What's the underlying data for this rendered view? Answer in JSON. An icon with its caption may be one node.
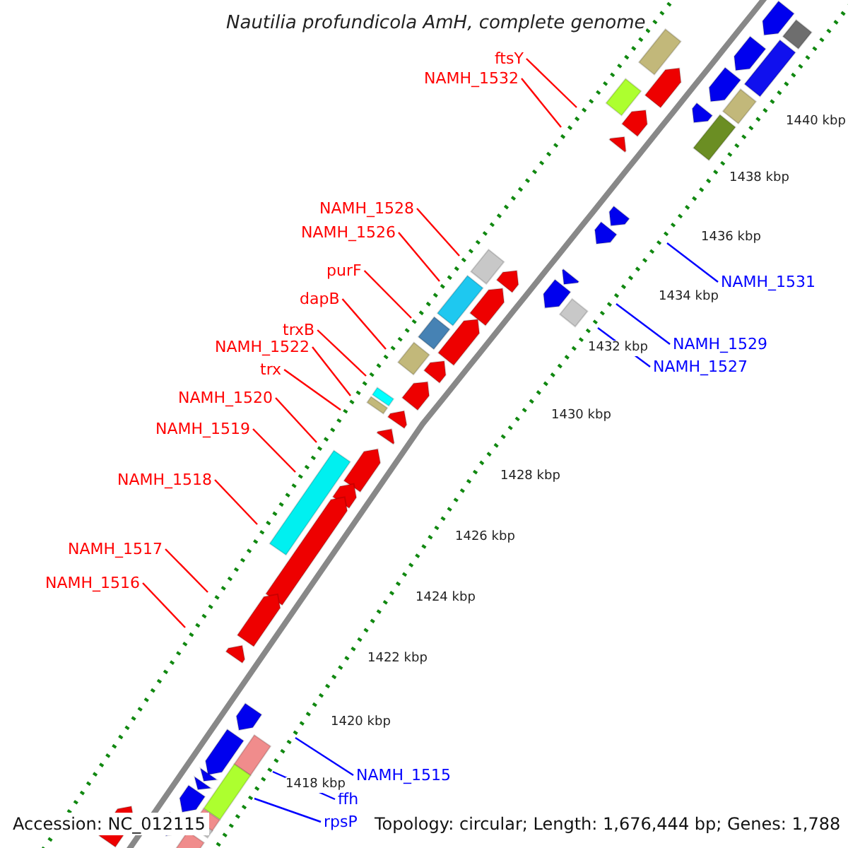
{
  "diagram": {
    "title": "Nautilia profundicola AmH, complete genome",
    "nodes": [
      {
        "text": [
          "ftsY"
        ]
      },
      {
        "text": [
          "NAMH_1532"
        ]
      },
      {
        "text": [
          "NAMH_1528"
        ]
      },
      {
        "text": [
          "NAMH_1526"
        ]
      },
      {
        "text": [
          "purF"
        ]
      },
      {
        "text": [
          "dapB"
        ]
      },
      {
        "text": [
          "trxB"
        ]
      },
      {
        "text": [
          "NAMH_1522"
        ]
      },
      {
        "text": [
          "trx"
        ]
      },
      {
        "text": [
          "NAMH_1520"
        ]
      },
      {
        "text": [
          "NAMH_1519"
        ]
      },
      {
        "text": [
          "NAMH_1518"
        ]
      },
      {
        "text": [
          "NAMH_1517"
        ]
      },
      {
        "text": [
          "NAMH_1516"
        ]
      },
      {
        "text": [
          "NAMH_1531"
        ]
      },
      {
        "text": [
          "NAMH_1529"
        ]
      },
      {
        "text": [
          "NAMH_1527"
        ]
      },
      {
        "text": [
          "NAMH_1515"
        ]
      },
      {
        "text": [
          "ffh"
        ]
      },
      {
        "text": [
          "rpsP"
        ]
      }
    ],
    "edges": [
      {
        "from": 0,
        "to": null,
        "arrow": "none"
      },
      {
        "from": 1,
        "to": null,
        "arrow": "none"
      },
      {
        "from": 2,
        "to": null,
        "arrow": "none"
      },
      {
        "from": 3,
        "to": null,
        "arrow": "none"
      },
      {
        "from": 4,
        "to": null,
        "arrow": "none"
      },
      {
        "from": 5,
        "to": null,
        "arrow": "none"
      },
      {
        "from": 6,
        "to": null,
        "arrow": "none"
      },
      {
        "from": 7,
        "to": null,
        "arrow": "none"
      },
      {
        "from": 8,
        "to": null,
        "arrow": "none"
      },
      {
        "from": 9,
        "to": null,
        "arrow": "none"
      },
      {
        "from": 10,
        "to": null,
        "arrow": "none"
      },
      {
        "from": 11,
        "to": null,
        "arrow": "none"
      },
      {
        "from": 12,
        "to": null,
        "arrow": "none"
      },
      {
        "from": 13,
        "to": null,
        "arrow": "none"
      },
      {
        "from": 14,
        "to": null,
        "arrow": "none",
        "color": "#0000ff"
      },
      {
        "from": 15,
        "to": null,
        "arrow": "none",
        "color": "#0000ff"
      },
      {
        "from": 16,
        "to": null,
        "arrow": "none",
        "color": "#0000ff"
      },
      {
        "from": 17,
        "to": null,
        "arrow": "none",
        "color": "#0000ff"
      },
      {
        "from": 18,
        "to": null,
        "arrow": "none",
        "color": "#0000ff"
      },
      {
        "from": 19,
        "to": null,
        "arrow": "none",
        "color": "#0000ff"
      }
    ],
    "labels": [
      "1440 kbp",
      "1438 kbp",
      "1436 kbp",
      "1434 kbp",
      "1432 kbp",
      "1430 kbp",
      "1428 kbp",
      "1426 kbp",
      "1424 kbp",
      "1422 kbp",
      "1420 kbp",
      "1418 kbp",
      "Accession: NC_012115",
      "Topology: circular; Length: 1,676,444 bp; Genes: 1,788"
    ]
  }
}
